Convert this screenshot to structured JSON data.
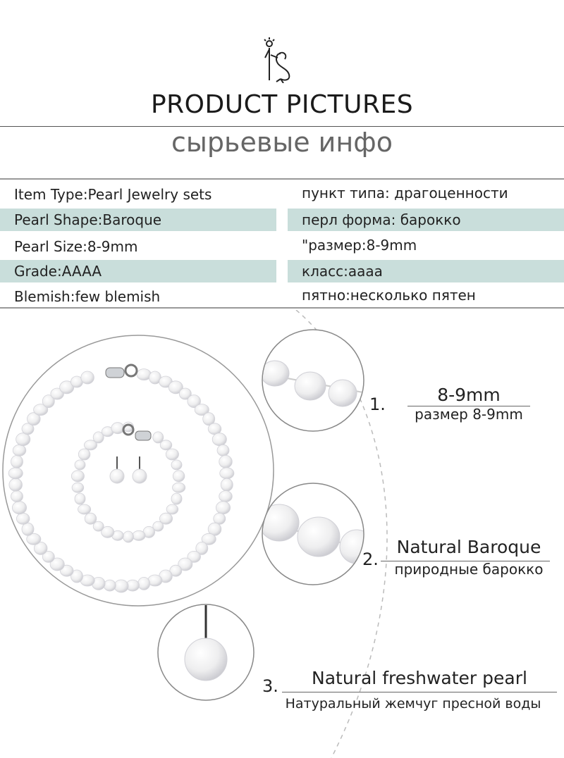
{
  "header": {
    "logo_icon": "mermaid-logo-icon",
    "title": "PRODUCT PICTURES",
    "subtitle": "сырьевые инфо"
  },
  "specs": {
    "rows": [
      {
        "left": "Item Type:Pearl Jewelry sets",
        "right": "пункт типа: драгоценности"
      },
      {
        "left": "Pearl Shape:Baroque",
        "right": "перл форма: барокко"
      },
      {
        "left": "Pearl Size:8-9mm",
        "right": "\"размер:8-9mm"
      },
      {
        "left": "Grade:AAAA",
        "right": "класс:аааа"
      },
      {
        "left": "Blemish:few blemish",
        "right": "пятно:несколько пятен"
      }
    ],
    "shade_color": "#c9dedb"
  },
  "features": [
    {
      "number": "1.",
      "en": "8-9mm",
      "ru": "размер 8-9mm"
    },
    {
      "number": "2.",
      "en": "Natural Baroque",
      "ru": "природные барокко"
    },
    {
      "number": "3.",
      "en": "Natural freshwater pearl",
      "ru": "Натуральный жемчуг пресной воды"
    }
  ]
}
